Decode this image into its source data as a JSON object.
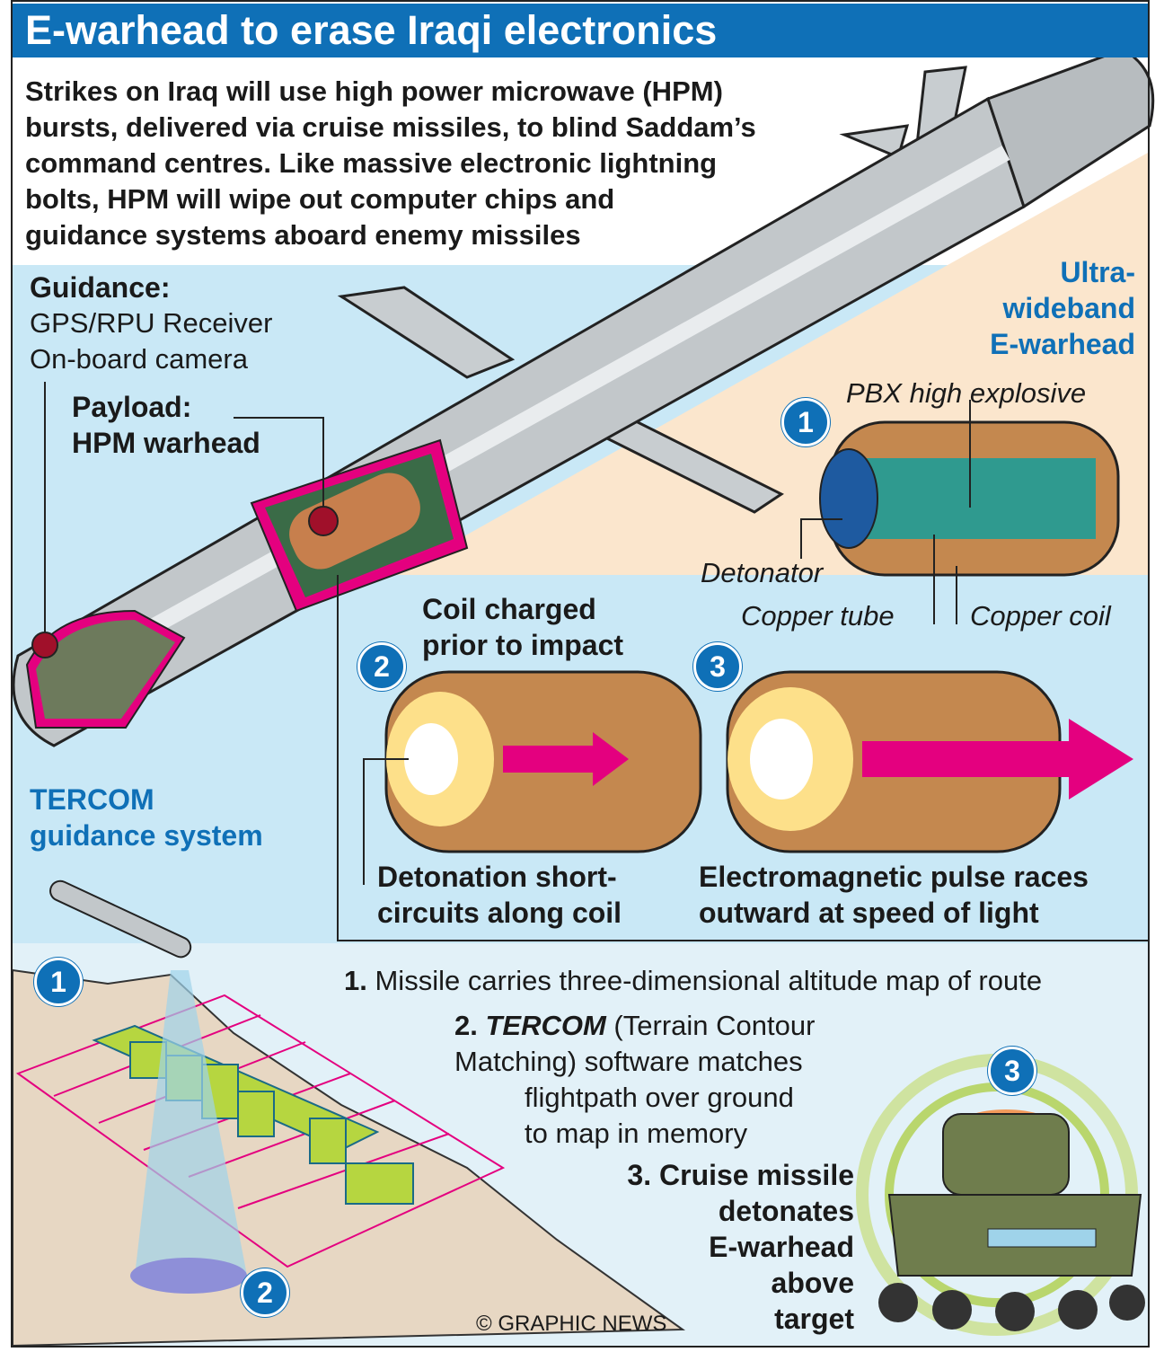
{
  "title": "E-warhead to erase Iraqi electronics",
  "intro": [
    "Strikes on Iraq will use high power microwave (HPM)",
    "bursts, delivered via cruise missiles, to blind Saddam’s",
    "command centres. Like massive electronic lightning",
    "bolts, HPM will wipe out computer chips and",
    "guidance systems aboard enemy missiles"
  ],
  "guidance": {
    "heading": "Guidance:",
    "lines": [
      "GPS/RPU Receiver",
      "On-board camera"
    ]
  },
  "payload": {
    "heading": "Payload:",
    "line": "HPM warhead"
  },
  "warhead_label": [
    "Ultra-",
    "wideband",
    "E-warhead"
  ],
  "stage1": {
    "num": "1",
    "pbx": "PBX high explosive",
    "detonator": "Detonator",
    "copper_tube": "Copper tube",
    "copper_coil": "Copper coil"
  },
  "stage2": {
    "num": "2",
    "caption": [
      "Coil charged",
      "prior to impact"
    ],
    "bottom": [
      "Detonation short-",
      "circuits along coil"
    ]
  },
  "stage3": {
    "num": "3",
    "bottom": [
      "Electromagnetic pulse races",
      "outward at speed of light"
    ]
  },
  "tercom": {
    "heading": [
      "TERCOM",
      "guidance system"
    ],
    "markers": [
      "1",
      "2",
      "3"
    ]
  },
  "steps": {
    "s1_num": "1.",
    "s1_text": "Missile carries three-dimensional altitude map of route",
    "s2_num": "2.",
    "s2_em": "TERCOM",
    "s2_rest": " (Terrain Contour",
    "s2_lines": [
      "Matching) software matches",
      "flightpath over ground",
      "to map in memory"
    ],
    "s3_num": "3.",
    "s3_lines": [
      "Cruise missile",
      "detonates",
      "E-warhead",
      "above",
      "target"
    ]
  },
  "credit": "© GRAPHIC NEWS",
  "colors": {
    "brand_blue": "#0f70b7",
    "sky": "#c9e8f6",
    "peach": "#fbe6cd",
    "magenta": "#e4007f"
  }
}
